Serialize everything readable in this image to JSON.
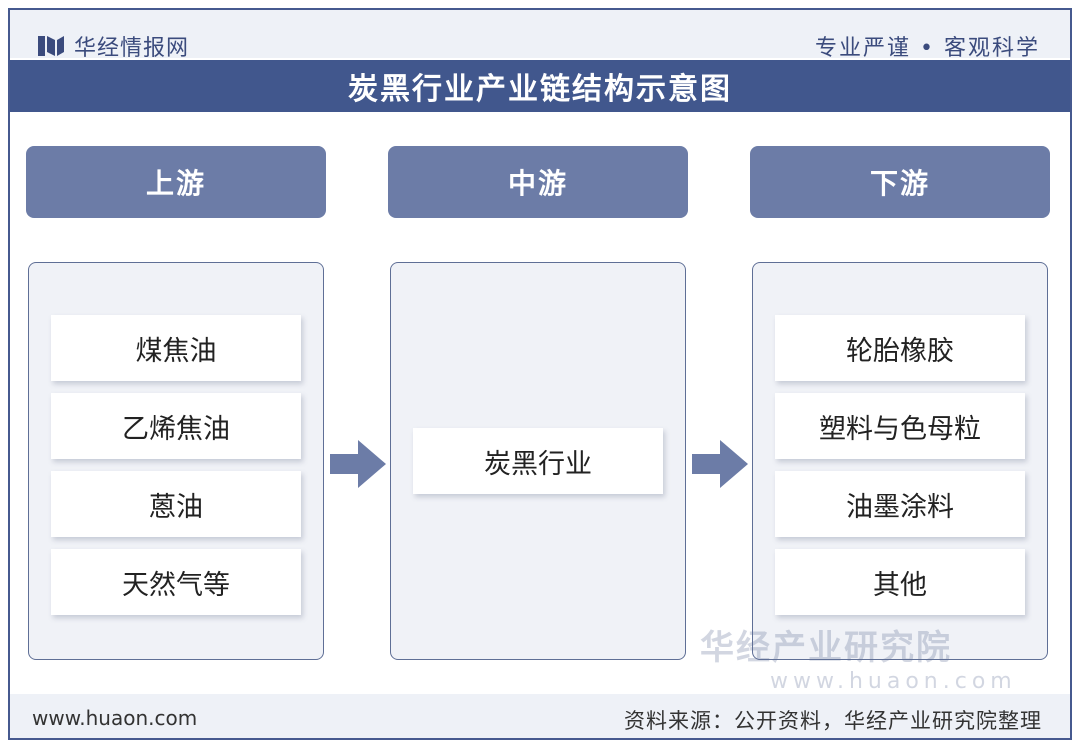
{
  "header": {
    "brand": "华经情报网",
    "slogan": "专业严谨 • 客观科学"
  },
  "title": "炭黑行业产业链结构示意图",
  "stages": [
    {
      "label": "上游",
      "items": [
        "煤焦油",
        "乙烯焦油",
        "蒽油",
        "天然气等"
      ]
    },
    {
      "label": "中游",
      "items": [
        "炭黑行业"
      ]
    },
    {
      "label": "下游",
      "items": [
        "轮胎橡胶",
        "塑料与色母粒",
        "油墨涂料",
        "其他"
      ]
    }
  ],
  "watermark": {
    "name": "华经产业研究院",
    "url": "www.huaon.com"
  },
  "footer": {
    "url": "www.huaon.com",
    "source": "资料来源：公开资料，华经产业研究院整理"
  },
  "colors": {
    "title_bar": "#41578d",
    "stage_header": "#6c7ca7",
    "arrow": "#6c7ca7",
    "panel_bg": "#f0f2f7"
  }
}
